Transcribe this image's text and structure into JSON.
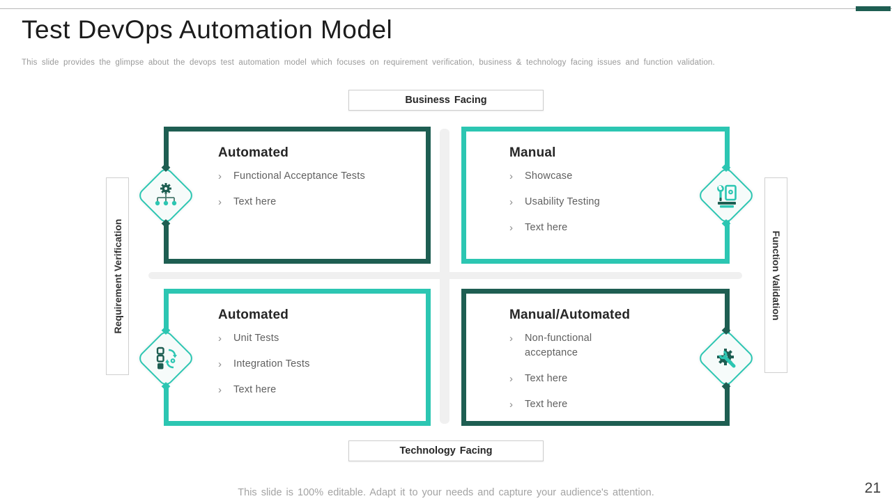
{
  "slide": {
    "title": "Test DevOps Automation Model",
    "subtitle": "This slide provides the glimpse about the devops test automation model which focuses on requirement verification, business & technology facing issues and function validation.",
    "footer_note": "This slide is 100% editable. Adapt it to your needs and capture your audience's attention.",
    "page_number": "21"
  },
  "colors": {
    "dark_teal": "#1E5E52",
    "bright_teal": "#2CC6B2",
    "strip_gray": "#F0F0F0"
  },
  "bullet": "›",
  "axes": {
    "top": "Business Facing",
    "bottom": "Technology Facing",
    "left": "Requirement Verification",
    "right": "Function Validation"
  },
  "quadrants": [
    {
      "position": "top-left",
      "title": "Automated",
      "items": [
        "Functional Acceptance Tests",
        "Text here"
      ],
      "border_color": "dark_teal",
      "icon": "gear-hierarchy-icon"
    },
    {
      "position": "top-right",
      "title": "Manual",
      "items": [
        "Showcase",
        "Usability Testing",
        "Text here"
      ],
      "border_color": "bright_teal",
      "icon": "wrench-manual-book-icon"
    },
    {
      "position": "bottom-left",
      "title": "Automated",
      "items": [
        "Unit Tests",
        "Integration Tests",
        "Text here"
      ],
      "border_color": "bright_teal",
      "icon": "process-automation-icon"
    },
    {
      "position": "bottom-right",
      "title": "Manual/Automated",
      "items": [
        "Non-functional acceptance",
        "Text here",
        "Text here"
      ],
      "border_color": "dark_teal",
      "icon": "gear-wrench-icon"
    }
  ]
}
